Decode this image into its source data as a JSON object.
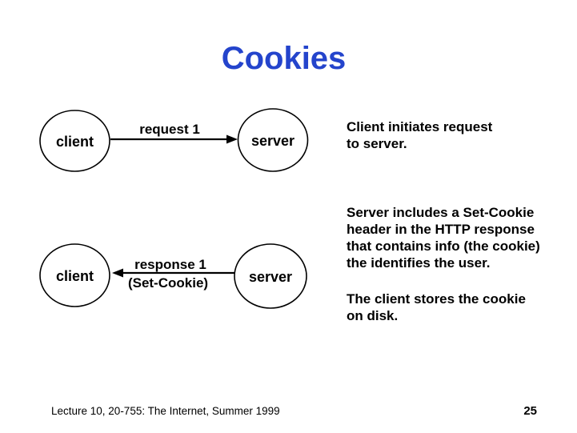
{
  "title": {
    "text": "Cookies"
  },
  "diagram": {
    "row1": {
      "client_label": "client",
      "server_label": "server",
      "arrow_label": "request 1",
      "arrow_direction": "client-to-server"
    },
    "row2": {
      "client_label": "client",
      "server_label": "server",
      "arrow_label_top": "response 1",
      "arrow_label_bottom": "(Set-Cookie)",
      "arrow_direction": "server-to-client"
    }
  },
  "notes": [
    {
      "text": "Client initiates request\nto server."
    },
    {
      "text": "Server includes a Set-Cookie\nheader in the HTTP response\nthat contains info (the cookie)\nthe identifies the user."
    },
    {
      "text": "The client stores the cookie\non disk."
    }
  ],
  "footer": {
    "lecture": "Lecture 10, 20-755: The Internet, Summer 1999",
    "page_number": "25"
  },
  "colors": {
    "title_blue": "#2444cc",
    "text_black": "#000000",
    "background": "#ffffff"
  }
}
